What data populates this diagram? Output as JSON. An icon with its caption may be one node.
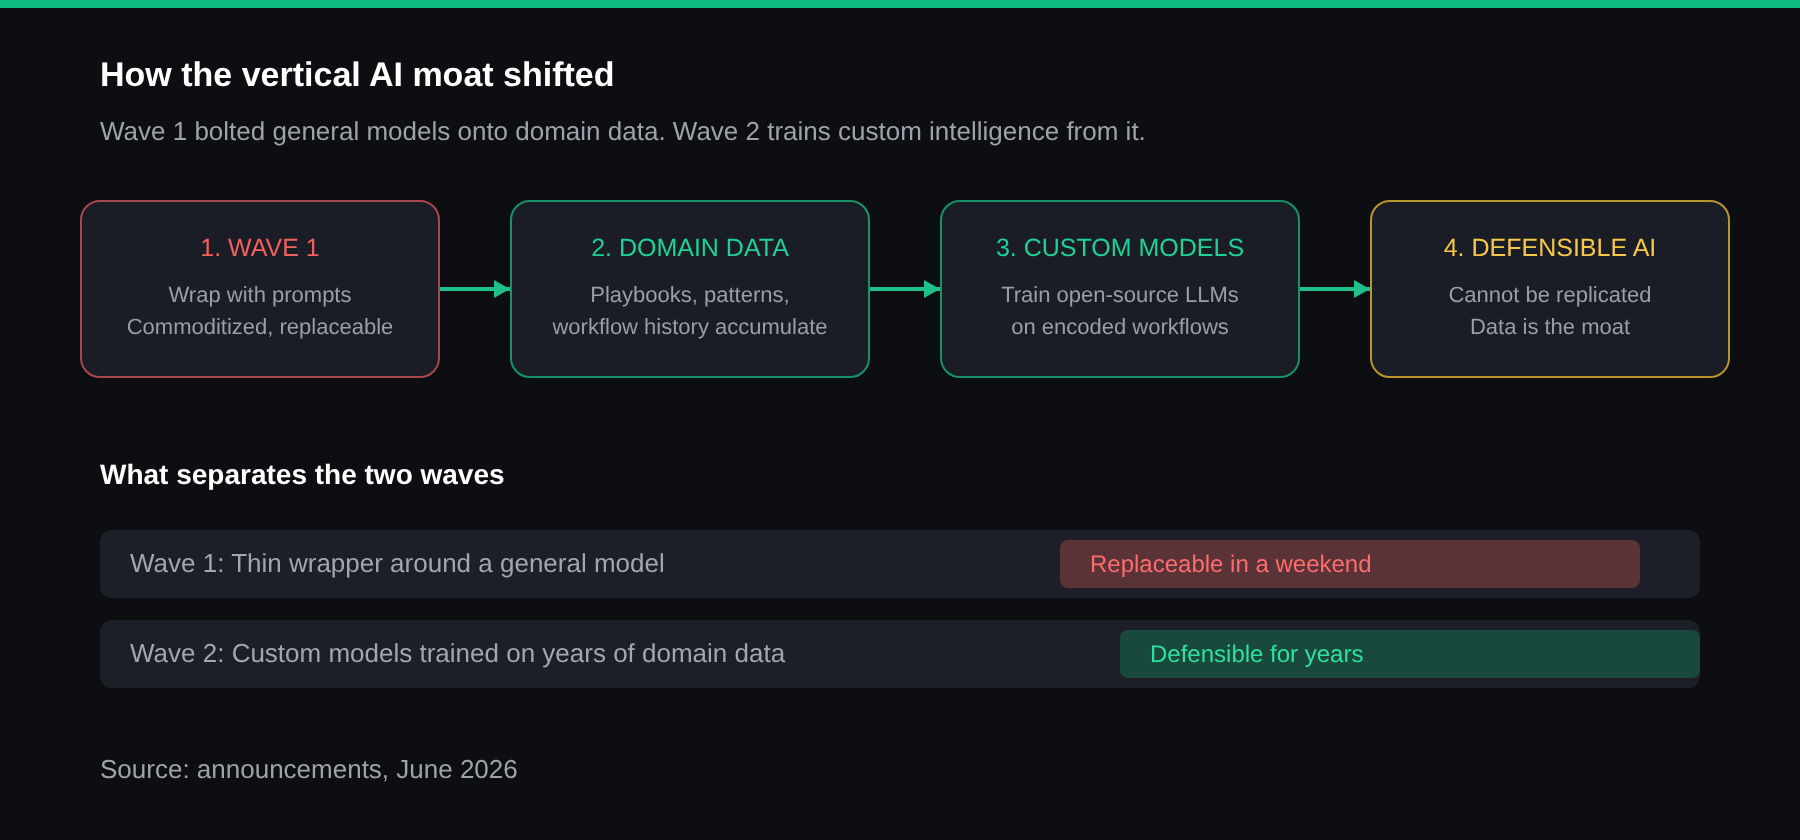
{
  "diagram": {
    "title": "How the vertical AI moat shifted",
    "nodes": [
      {
        "text": [
          "1. WAVE 1",
          "Wrap with prompts",
          "Commoditized, replaceable"
        ]
      },
      {
        "text": [
          "2. DOMAIN DATA",
          "Playbooks, patterns, workflow history accumulate"
        ]
      },
      {
        "text": [
          "3. CUSTOM MODELS",
          "Train open-source LLMs on encoded workflows"
        ]
      },
      {
        "text": [
          "4. DEFENSIBLE AI",
          "Cannot be replicated",
          "Data is the moat"
        ]
      },
      {
        "text": [
          "Wave 1: Thin wrapper around a general model"
        ]
      },
      {
        "text": [
          "Replaceable in a weekend"
        ],
        "in": 4
      },
      {
        "text": [
          "Wave 2: Custom models trained on years of domain data"
        ]
      },
      {
        "text": [
          "Defensible for years"
        ],
        "in": 6
      }
    ],
    "edges": [
      {
        "from": 0,
        "to": 1,
        "arrow": "to"
      },
      {
        "from": 1,
        "to": 2,
        "arrow": "to"
      },
      {
        "from": 2,
        "to": 3,
        "arrow": "to"
      }
    ],
    "labels": [
      "Wave 1 bolted general models onto domain data. Wave 2 trains custom intelligence from it.",
      "What separates the two waves",
      "Source: announcements, June 2026"
    ]
  }
}
